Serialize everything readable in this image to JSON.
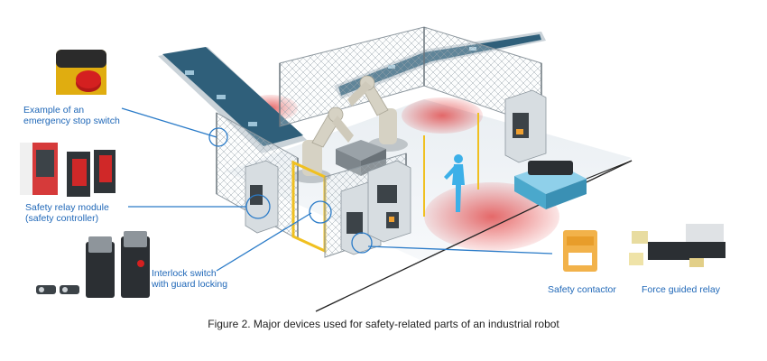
{
  "labels": {
    "emergency_stop": "Example of an\nemergency stop switch",
    "safety_relay_module": "Safety relay module\n(safety controller)",
    "interlock_switch": "Interlock switch\nwith guard locking",
    "safety_contactor": "Safety contactor",
    "force_guided_relay": "Force guided relay"
  },
  "caption": "Figure 2. Major devices used for safety-related parts of an industrial robot",
  "colors": {
    "callout_text": "#2068b8",
    "callout_line": "#2a7bc8",
    "safety_zone": "#e03a3a",
    "operator": "#3cb0e8",
    "conveyor": "#2f5f7a",
    "stop_button": "#d42020",
    "stop_housing": "#f2c21a",
    "contactor": "#f2b24a"
  },
  "icons": [
    "emergency-stop-switch-icon",
    "safety-relay-module-icon",
    "interlock-switch-icon",
    "safety-contactor-icon",
    "force-guided-relay-icon",
    "robot-arm-icon",
    "operator-figure-icon"
  ]
}
